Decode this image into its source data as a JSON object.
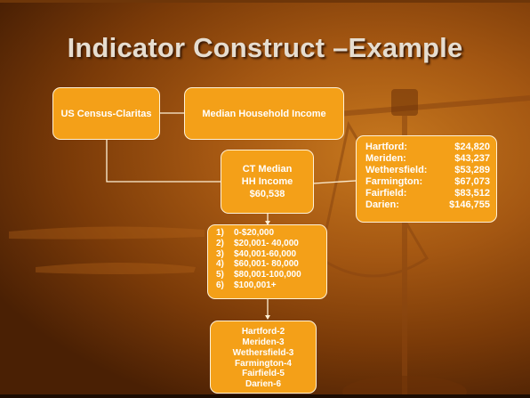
{
  "title": "Indicator Construct –Example",
  "source_box": "US Census-Claritas",
  "measure_box": "Median Household Income",
  "ct_median": {
    "line1": "CT Median",
    "line2": "HH Income",
    "value": "$60,538"
  },
  "town_incomes": [
    {
      "town": "Hartford:",
      "value": "$24,820"
    },
    {
      "town": "Meriden:",
      "value": "$43,237"
    },
    {
      "town": "Wethersfield:",
      "value": "$53,289"
    },
    {
      "town": "Farmington:",
      "value": "$67,073"
    },
    {
      "town": "Fairfield:",
      "value": "$83,512"
    },
    {
      "town": "Darien:",
      "value": "$146,755"
    }
  ],
  "income_ranges": [
    {
      "num": "1)",
      "range": "0-$20,000"
    },
    {
      "num": "2)",
      "range": "$20,001- 40,000"
    },
    {
      "num": "3)",
      "range": "$40,001-60,000"
    },
    {
      "num": "4)",
      "range": "$60,001- 80,000"
    },
    {
      "num": "5)",
      "range": "$80,001-100,000"
    },
    {
      "num": "6)",
      "range": "$100,001+"
    }
  ],
  "town_ranks": [
    "Hartford-2",
    "Meriden-3",
    "Wethersfield-3",
    "Farmington-4",
    "Fairfield-5",
    "Darien-6"
  ],
  "colors": {
    "box_fill": "#f4a018",
    "box_border": "#fff1d6",
    "connector": "#fff1d6",
    "title_text": "#e6ddd0"
  }
}
